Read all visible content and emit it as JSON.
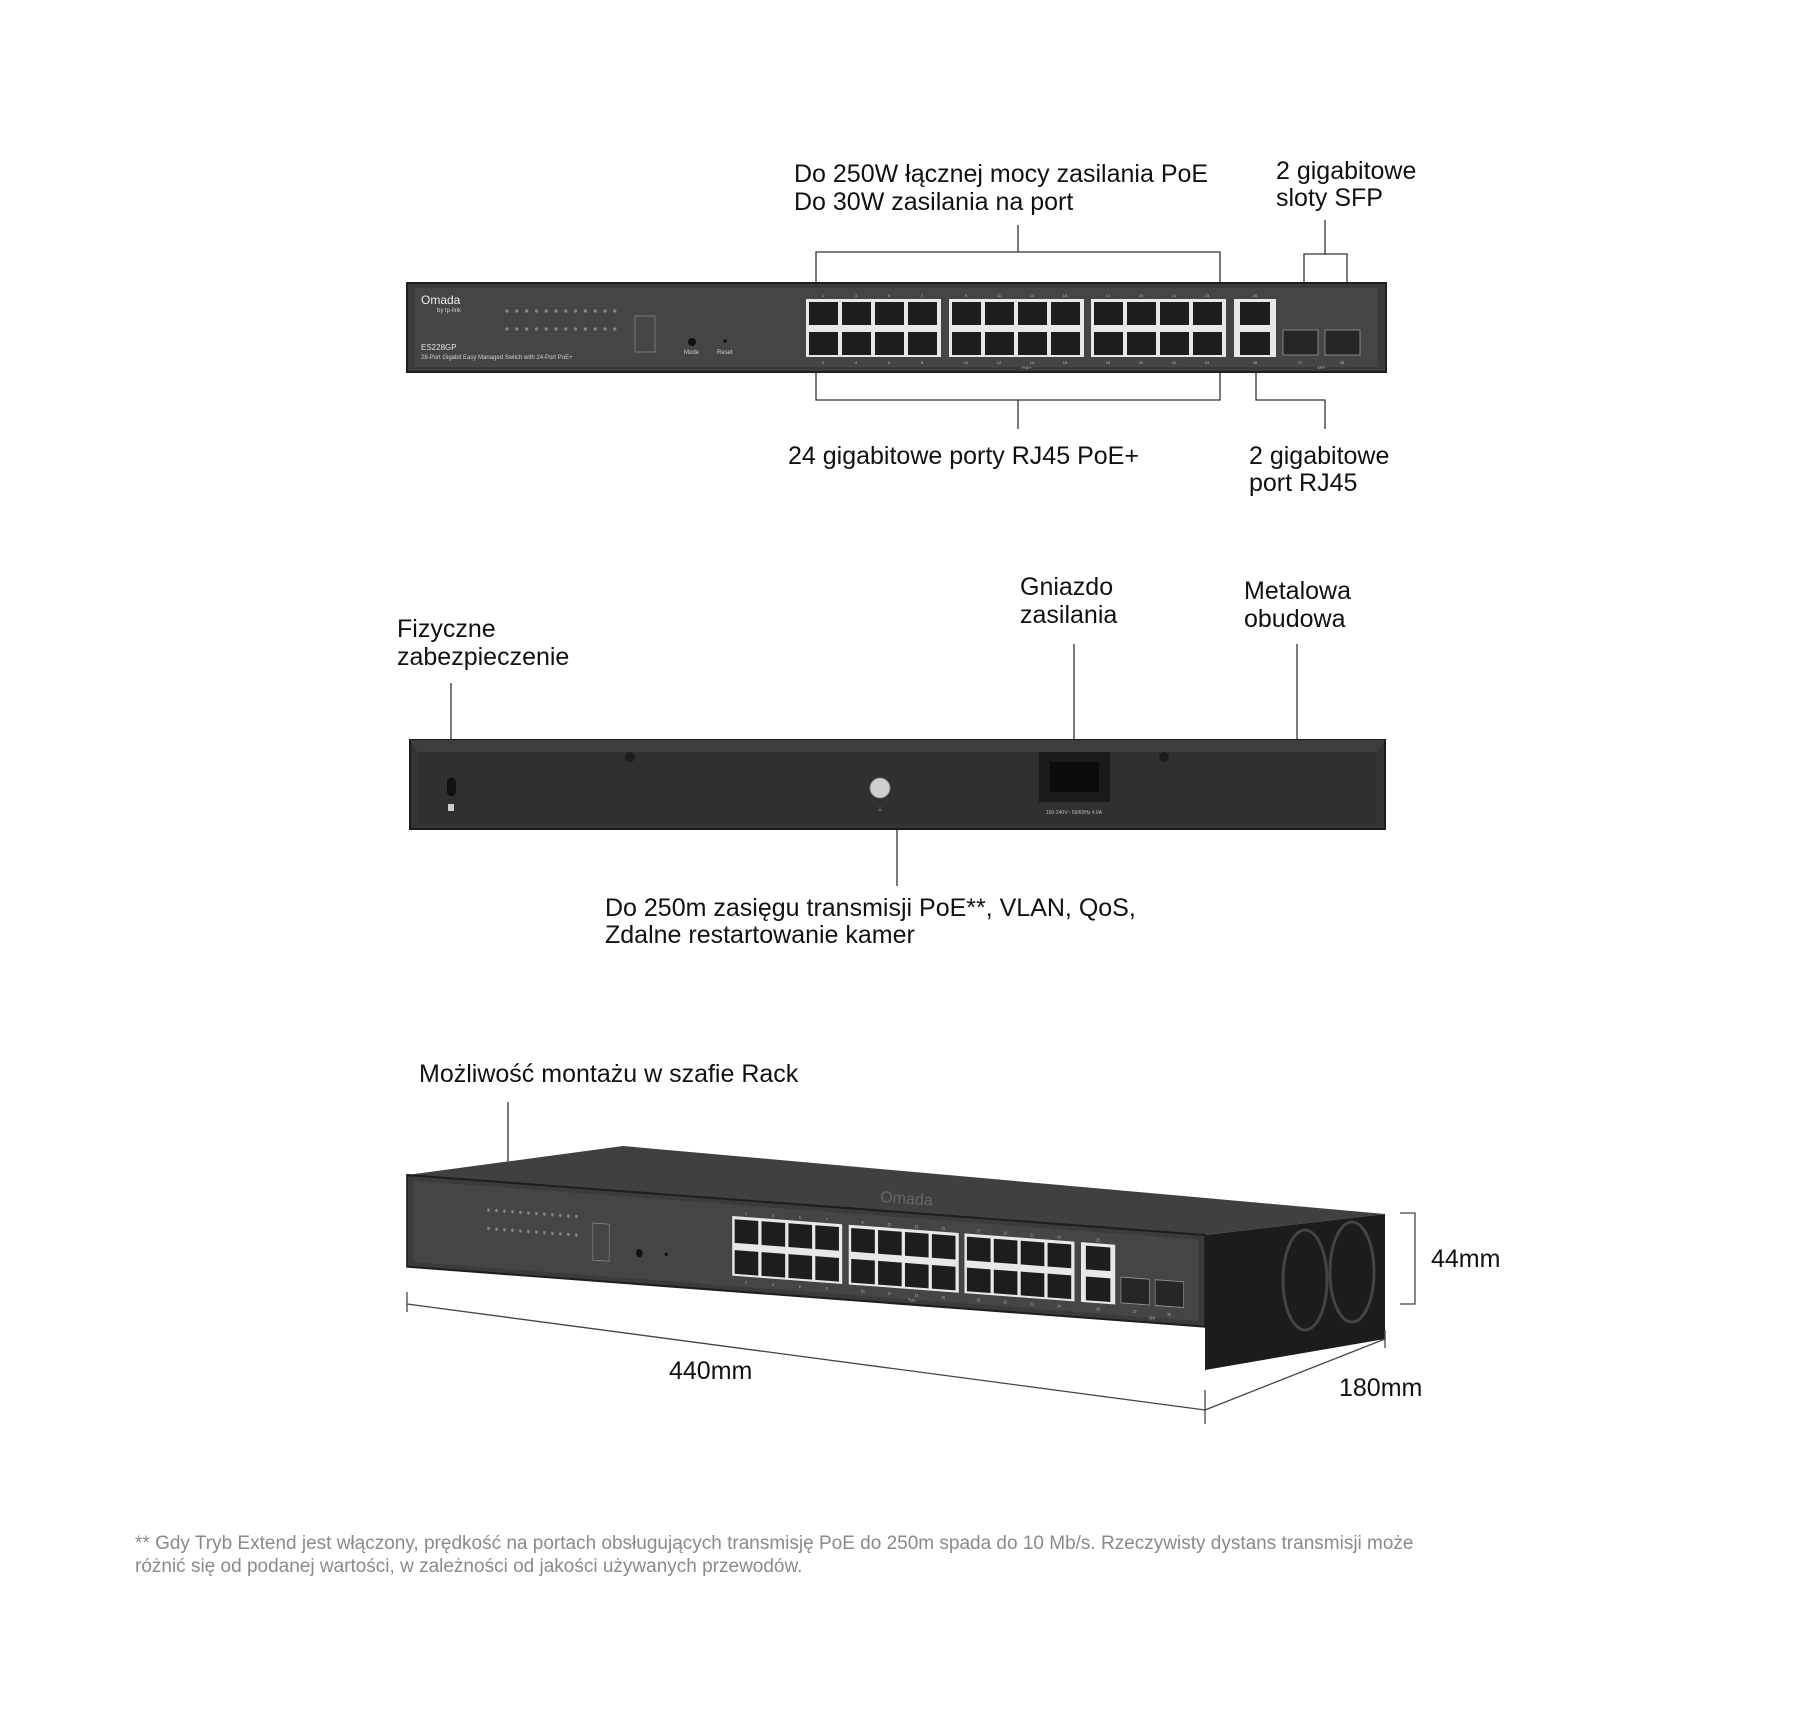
{
  "front_view": {
    "poe_power_line1": "Do 250W łącznej mocy zasilania PoE",
    "poe_power_line2": "Do 30W zasilania na port",
    "sfp_line1": "2 gigabitowe",
    "sfp_line2": "sloty SFP",
    "rj45_poe_ports": "24 gigabitowe porty RJ45 PoE+",
    "rj45_line1": "2 gigabitowe",
    "rj45_line2": "port RJ45"
  },
  "device": {
    "brand": "Omada",
    "brand_sub": "by tp-link",
    "model": "ES228GP",
    "description": "28-Port Gigabit Easy Managed Switch with 24-Port PoE+",
    "mode_label": "Mode",
    "reset_label": "Reset",
    "poe_group_label": "PoE+",
    "sfp_group_label": "SFP",
    "top_ports": [
      "1",
      "3",
      "5",
      "7",
      "9",
      "11",
      "13",
      "15",
      "17",
      "19",
      "21",
      "23"
    ],
    "bottom_ports": [
      "2",
      "4",
      "6",
      "8",
      "10",
      "12",
      "14",
      "16",
      "18",
      "20",
      "22",
      "24"
    ],
    "uplink_top": "25",
    "uplink_bottom": "26",
    "sfp_ports": [
      "27",
      "28"
    ],
    "power_rating": "100-240V~ 50/60Hz 4.0A"
  },
  "rear_view": {
    "lock_line1": "Fizyczne",
    "lock_line2": "zabezpieczenie",
    "power_line1": "Gniazdo",
    "power_line2": "zasilania",
    "case_line1": "Metalowa",
    "case_line2": "obudowa",
    "features_line1": "Do 250m zasięgu transmisji PoE**, VLAN, QoS,",
    "features_line2": "Zdalne restartowanie kamer"
  },
  "perspective_view": {
    "rack": "Możliwość montażu w szafie Rack",
    "width": "440mm",
    "depth": "180mm",
    "height": "44mm"
  },
  "footnote": {
    "line1": "** Gdy Tryb Extend jest włączony, prędkość na portach obsługujących transmisję PoE do 250m spada do 10 Mb/s. Rzeczywisty dystans transmisji może",
    "line2": "różnić się od podanej wartości, w zależności od jakości używanych przewodów."
  }
}
